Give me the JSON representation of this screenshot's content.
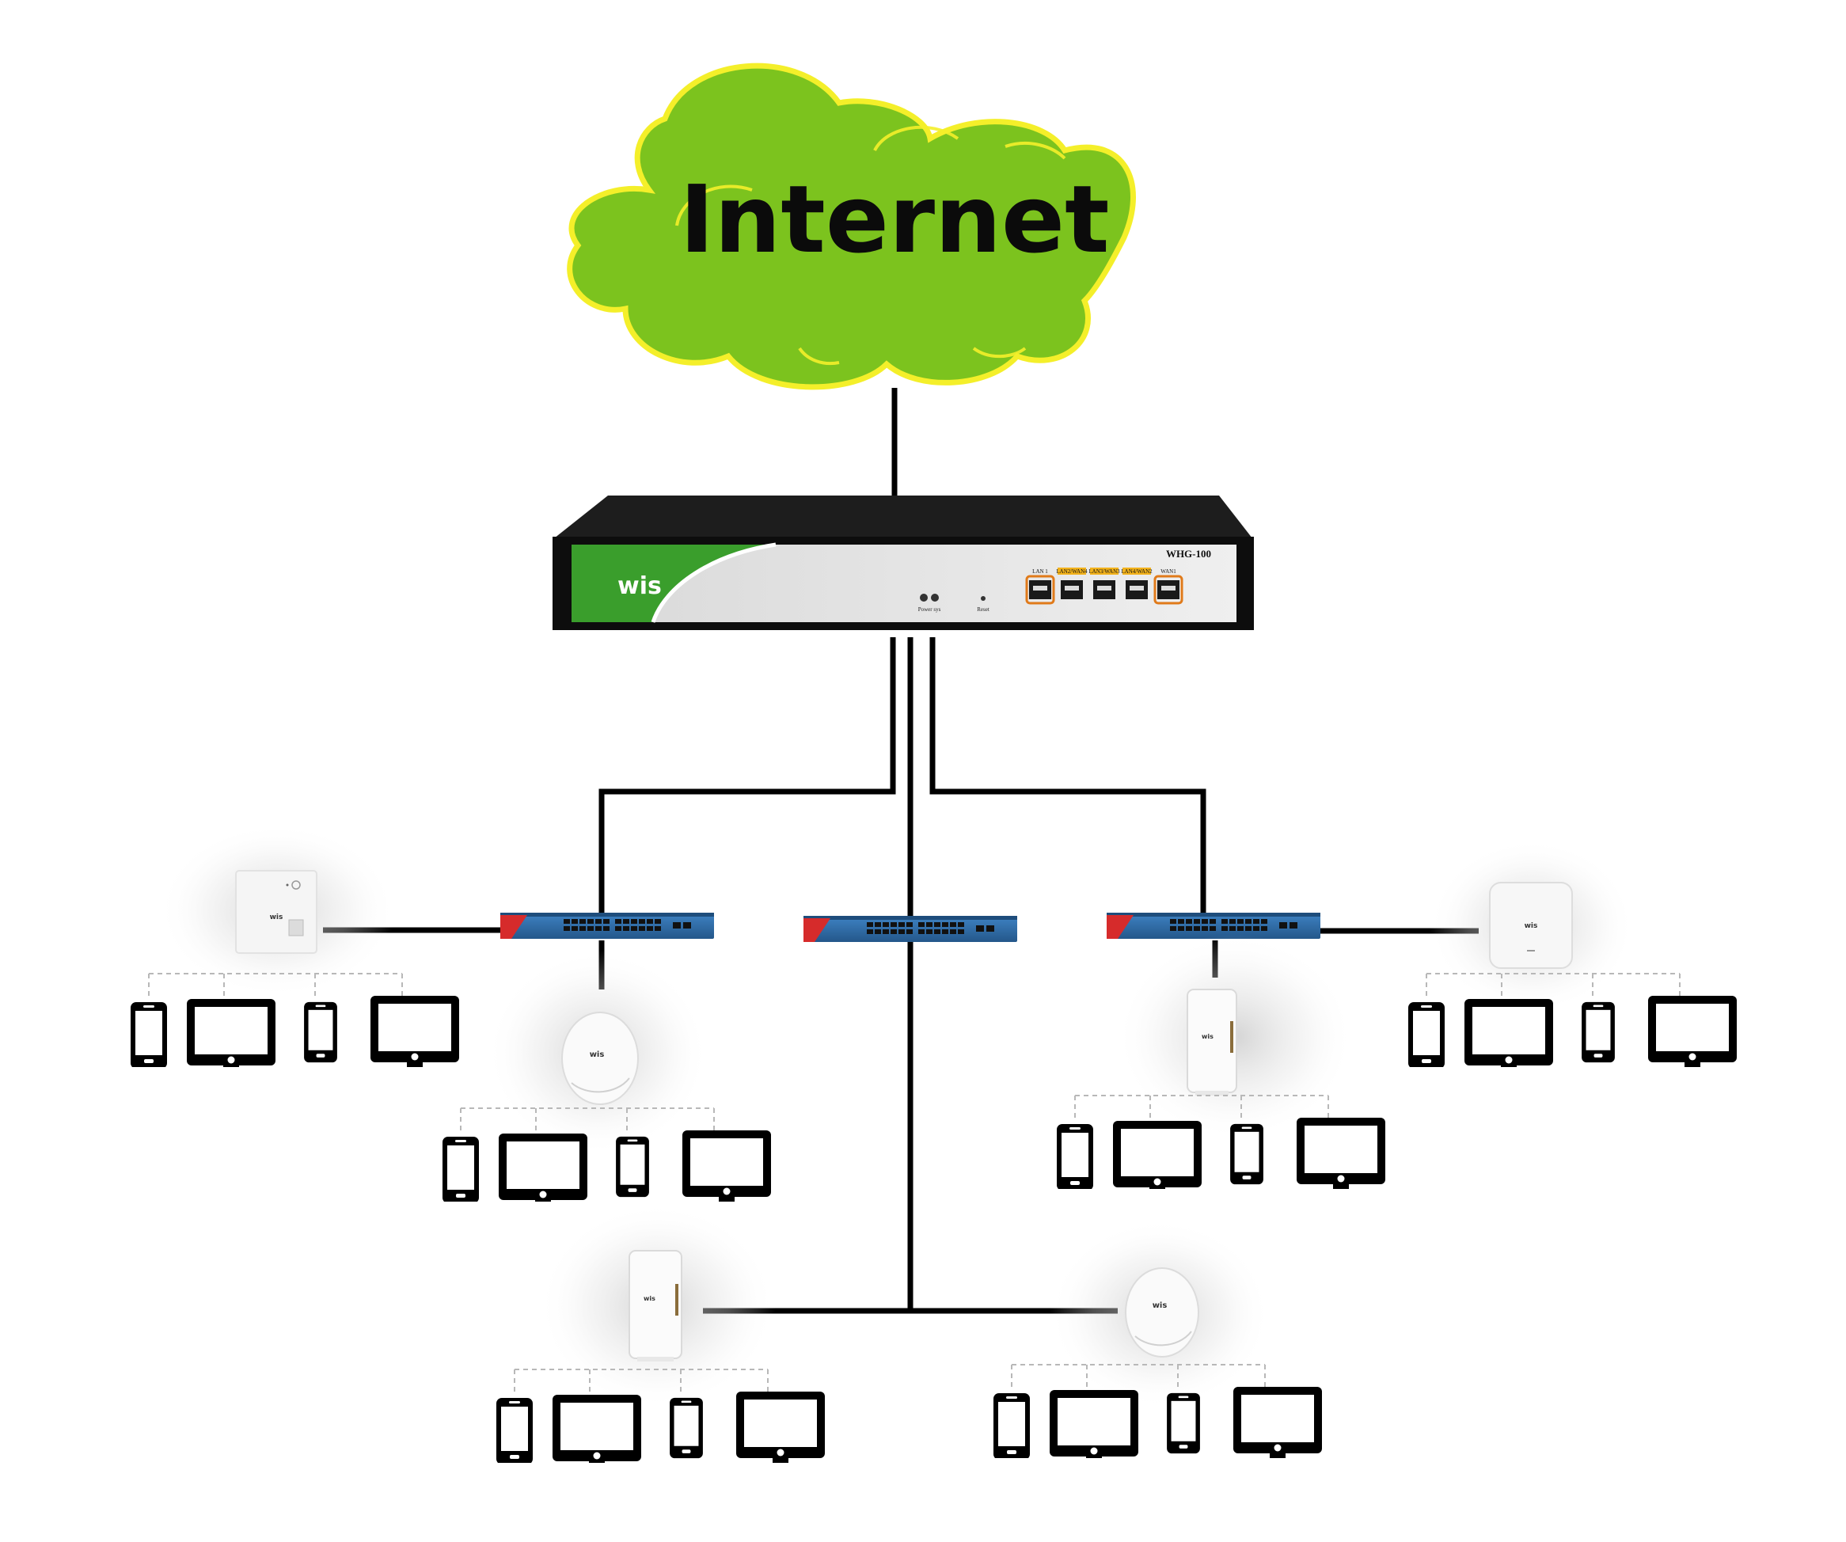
{
  "cloud": {
    "label": "Internet",
    "fill": "#7cc31e",
    "stroke": "#f4ef2a"
  },
  "gateway": {
    "brand": "wis",
    "model": "WHG-100",
    "ports": [
      "LAN 1",
      "LAN2/WAN4",
      "LAN3/WAN3",
      "LAN4/WAN2",
      "WAN1"
    ],
    "indicators": [
      "Power sys",
      "Reset"
    ],
    "brand_color": "#3a9e2c"
  },
  "devices": {
    "panel_ap_brand": "wis",
    "ceiling_ap_brand": "wis",
    "outdoor_ap_brand": "wis",
    "wall_ap_brand": "wis"
  },
  "colors": {
    "line": "#000000",
    "switch_body": "#2f6da8",
    "switch_accent": "#d62b2b"
  }
}
